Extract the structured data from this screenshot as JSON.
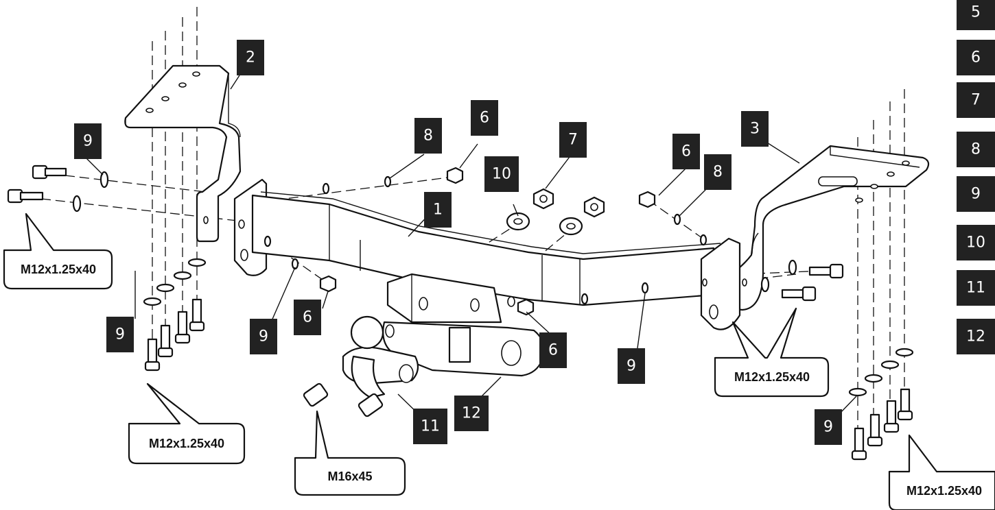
{
  "diagram": {
    "part_numbers": {
      "p1": "1",
      "p2": "2",
      "p3": "3",
      "p6a": "6",
      "p6b": "6",
      "p6c": "6",
      "p6d": "6",
      "p7": "7",
      "p8a": "8",
      "p8b": "8",
      "p9a": "9",
      "p9b": "9",
      "p9c": "9",
      "p9d": "9",
      "p9e": "9",
      "p10": "10",
      "p11": "11",
      "p12": "12"
    },
    "side_list": [
      "5",
      "6",
      "7",
      "8",
      "9",
      "10",
      "11",
      "12"
    ],
    "bolt_specs": {
      "left_side": "M12x1.25x40",
      "left_bottom": "M12x1.25x40",
      "ball": "M16x45",
      "right_side": "M12x1.25x40",
      "right_bottom": "M12x1.25x40"
    },
    "colors": {
      "label_bg": "#222222",
      "label_text": "#ffffff",
      "line": "#111111"
    }
  }
}
